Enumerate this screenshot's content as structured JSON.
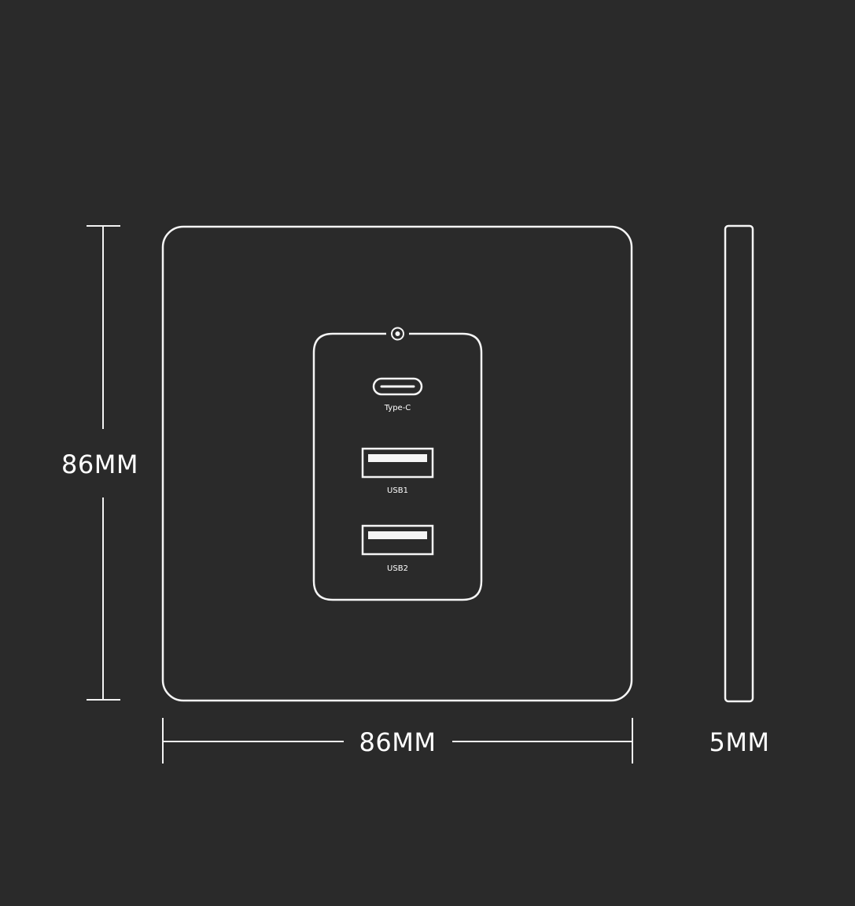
{
  "dimensions": {
    "height_label": "86MM",
    "width_label": "86MM",
    "depth_label": "5MM"
  },
  "ports": [
    {
      "id": "type-c",
      "label": "Type-C"
    },
    {
      "id": "usb1",
      "label": "USB1"
    },
    {
      "id": "usb2",
      "label": "USB2"
    }
  ],
  "colors": {
    "background": "#2a2a2a",
    "line": "#f2f2f2"
  },
  "icons": {
    "indicator": "power-indicator-icon"
  }
}
